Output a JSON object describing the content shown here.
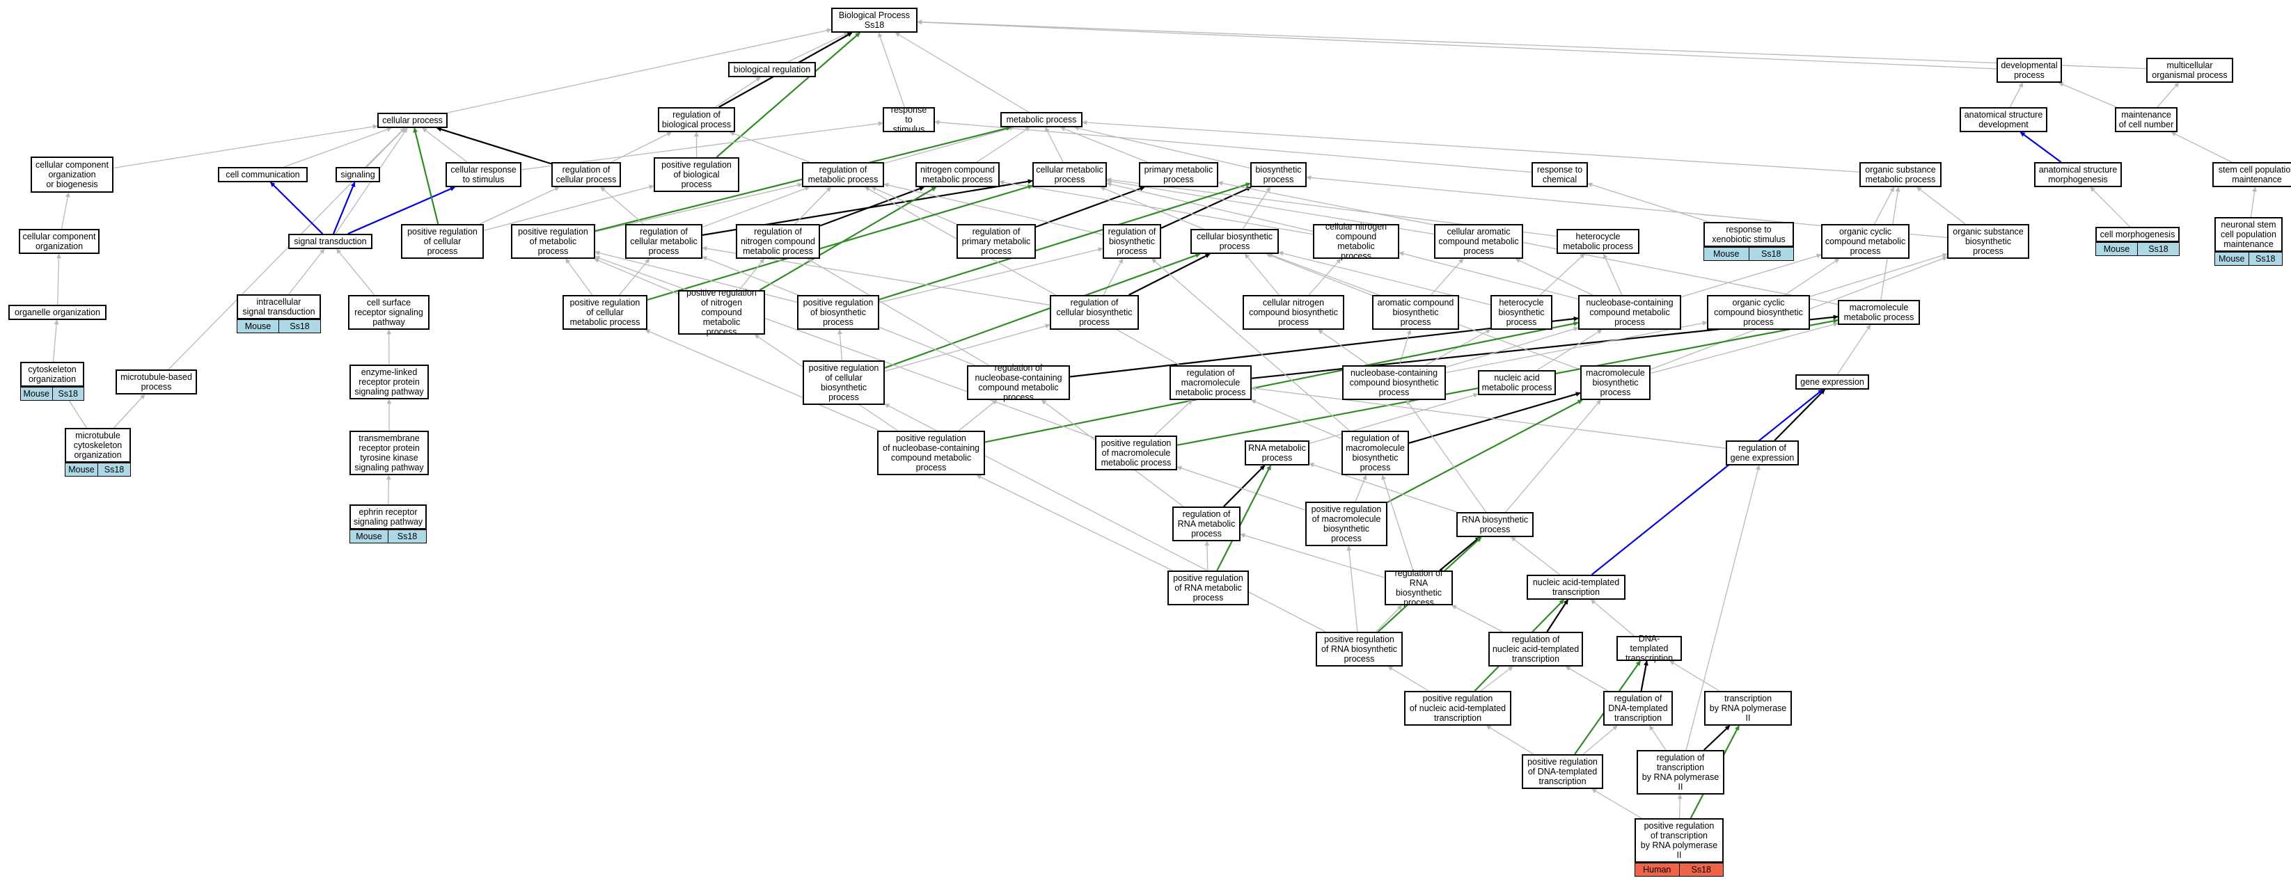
{
  "colors": {
    "gray": "#b8b8b8",
    "black": "#000000",
    "green": "#2e8b22",
    "blue": "#0000dd",
    "mouse": "#add8e6",
    "human": "#ef6347"
  },
  "nodes": [
    {
      "id": "bp",
      "label": "Biological Process\nSs18"
    },
    {
      "id": "breg",
      "label": "biological regulation"
    },
    {
      "id": "cp",
      "label": "cellular process"
    },
    {
      "id": "rbp",
      "label": "regulation of\nbiological process"
    },
    {
      "id": "rts",
      "label": "response to\nstimulus"
    },
    {
      "id": "mp",
      "label": "metabolic process"
    },
    {
      "id": "dev",
      "label": "developmental\nprocess"
    },
    {
      "id": "mop",
      "label": "multicellular\norganismal process"
    },
    {
      "id": "asd",
      "label": "anatomical structure\ndevelopment"
    },
    {
      "id": "mcn",
      "label": "maintenance\nof cell number"
    },
    {
      "id": "ccob",
      "label": "cellular component\norganization\nor biogenesis"
    },
    {
      "id": "cc",
      "label": "cell communication"
    },
    {
      "id": "sig",
      "label": "signaling"
    },
    {
      "id": "crs",
      "label": "cellular response\nto stimulus"
    },
    {
      "id": "rcp",
      "label": "regulation of\ncellular process"
    },
    {
      "id": "prbp",
      "label": "positive regulation\nof biological\nprocess"
    },
    {
      "id": "rmp",
      "label": "regulation of\nmetabolic process"
    },
    {
      "id": "ncmp",
      "label": "nitrogen compound\nmetabolic process"
    },
    {
      "id": "cmp",
      "label": "cellular metabolic\nprocess"
    },
    {
      "id": "pmp",
      "label": "primary metabolic\nprocess"
    },
    {
      "id": "bsp",
      "label": "biosynthetic\nprocess"
    },
    {
      "id": "rtc",
      "label": "response to\nchemical"
    },
    {
      "id": "osmp",
      "label": "organic substance\nmetabolic process"
    },
    {
      "id": "asm",
      "label": "anatomical structure\nmorphogenesis"
    },
    {
      "id": "scpm",
      "label": "stem cell population\nmaintenance"
    },
    {
      "id": "cco",
      "label": "cellular component\norganization"
    },
    {
      "id": "st",
      "label": "signal transduction"
    },
    {
      "id": "prcp",
      "label": "positive regulation\nof cellular\nprocess"
    },
    {
      "id": "prmp",
      "label": "positive regulation\nof metabolic\nprocess"
    },
    {
      "id": "rcmp",
      "label": "regulation of\ncellular metabolic\nprocess"
    },
    {
      "id": "rncmp",
      "label": "regulation of\nnitrogen compound\nmetabolic process"
    },
    {
      "id": "rpmp",
      "label": "regulation of\nprimary metabolic\nprocess"
    },
    {
      "id": "rbsp",
      "label": "regulation of\nbiosynthetic\nprocess"
    },
    {
      "id": "cbp",
      "label": "cellular biosynthetic\nprocess"
    },
    {
      "id": "cncmp",
      "label": "cellular nitrogen\ncompound metabolic\nprocess"
    },
    {
      "id": "camp",
      "label": "cellular aromatic\ncompound metabolic\nprocess"
    },
    {
      "id": "hmp",
      "label": "heterocycle\nmetabolic process"
    },
    {
      "id": "rxs",
      "label": "response to\nxenobiotic stimulus"
    },
    {
      "id": "occmp",
      "label": "organic cyclic\ncompound metabolic\nprocess"
    },
    {
      "id": "osbp",
      "label": "organic substance\nbiosynthetic\nprocess"
    },
    {
      "id": "cm",
      "label": "cell morphogenesis"
    },
    {
      "id": "nscpm",
      "label": "neuronal stem\ncell population\nmaintenance"
    },
    {
      "id": "oo",
      "label": "organelle organization"
    },
    {
      "id": "ist",
      "label": "intracellular\nsignal transduction"
    },
    {
      "id": "csrsp",
      "label": "cell surface\nreceptor signaling\npathway"
    },
    {
      "id": "prcmp",
      "label": "positive regulation\nof cellular\nmetabolic process"
    },
    {
      "id": "prncmp",
      "label": "positive regulation\nof nitrogen\ncompound metabolic\nprocess"
    },
    {
      "id": "prbsp",
      "label": "positive regulation\nof biosynthetic\nprocess"
    },
    {
      "id": "rcbp",
      "label": "regulation of\ncellular biosynthetic\nprocess"
    },
    {
      "id": "cncbp",
      "label": "cellular nitrogen\ncompound biosynthetic\nprocess"
    },
    {
      "id": "acbp",
      "label": "aromatic compound\nbiosynthetic\nprocess"
    },
    {
      "id": "hbp",
      "label": "heterocycle\nbiosynthetic\nprocess"
    },
    {
      "id": "nccmp",
      "label": "nucleobase-containing\ncompound metabolic\nprocess"
    },
    {
      "id": "occbp",
      "label": "organic cyclic\ncompound biosynthetic\nprocess"
    },
    {
      "id": "mmp",
      "label": "macromolecule\nmetabolic process"
    },
    {
      "id": "co",
      "label": "cytoskeleton\norganization"
    },
    {
      "id": "mbp",
      "label": "microtubule-based\nprocess"
    },
    {
      "id": "elrpsp",
      "label": "enzyme-linked\nreceptor protein\nsignaling pathway"
    },
    {
      "id": "prcbp",
      "label": "positive regulation\nof cellular\nbiosynthetic\nprocess"
    },
    {
      "id": "rnccmp",
      "label": "regulation of\nnucleobase-containing\ncompound metabolic\nprocess"
    },
    {
      "id": "rmmp",
      "label": "regulation of\nmacromolecule\nmetabolic process"
    },
    {
      "id": "nccbp",
      "label": "nucleobase-containing\ncompound biosynthetic\nprocess"
    },
    {
      "id": "namp",
      "label": "nucleic acid\nmetabolic process"
    },
    {
      "id": "mbsp",
      "label": "macromolecule\nbiosynthetic\nprocess"
    },
    {
      "id": "ge",
      "label": "gene expression"
    },
    {
      "id": "mco",
      "label": "microtubule\ncytoskeleton\norganization"
    },
    {
      "id": "trtksp",
      "label": "transmembrane\nreceptor protein\ntyrosine kinase\nsignaling pathway"
    },
    {
      "id": "prnccmp",
      "label": "positive regulation\nof nucleobase-containing\ncompound metabolic\nprocess"
    },
    {
      "id": "prmmp",
      "label": "positive regulation\nof macromolecule\nmetabolic process"
    },
    {
      "id": "rnamp",
      "label": "RNA metabolic\nprocess"
    },
    {
      "id": "rmbsp",
      "label": "regulation of\nmacromolecule\nbiosynthetic\nprocess"
    },
    {
      "id": "rge",
      "label": "regulation of\ngene expression"
    },
    {
      "id": "ersp",
      "label": "ephrin receptor\nsignaling pathway"
    },
    {
      "id": "rrmp",
      "label": "regulation of\nRNA metabolic\nprocess"
    },
    {
      "id": "prmbsp",
      "label": "positive regulation\nof macromolecule\nbiosynthetic\nprocess"
    },
    {
      "id": "rbsp2",
      "label": "RNA biosynthetic\nprocess"
    },
    {
      "id": "prrmp",
      "label": "positive regulation\nof RNA metabolic\nprocess"
    },
    {
      "id": "rrbp",
      "label": "regulation of\nRNA biosynthetic\nprocess"
    },
    {
      "id": "natt",
      "label": "nucleic acid-templated\ntranscription"
    },
    {
      "id": "prrbp",
      "label": "positive regulation\nof RNA biosynthetic\nprocess"
    },
    {
      "id": "rnatt",
      "label": "regulation of\nnucleic acid-templated\ntranscription"
    },
    {
      "id": "dtt",
      "label": "DNA-templated\ntranscription"
    },
    {
      "id": "prnatt",
      "label": "positive regulation\nof nucleic acid-templated\ntranscription"
    },
    {
      "id": "rdtt",
      "label": "regulation of\nDNA-templated\ntranscription"
    },
    {
      "id": "trp",
      "label": "transcription\nby RNA polymerase\nII"
    },
    {
      "id": "prdtt",
      "label": "positive regulation\nof DNA-templated\ntranscription"
    },
    {
      "id": "rtrp",
      "label": "regulation of\ntranscription\nby RNA polymerase\nII"
    },
    {
      "id": "prtrp",
      "label": "positive regulation\nof transcription\nby RNA polymerase\nII"
    }
  ],
  "badges": [
    {
      "id": "b_rxs",
      "species": "Mouse",
      "gene": "Ss18"
    },
    {
      "id": "b_cm",
      "species": "Mouse",
      "gene": "Ss18"
    },
    {
      "id": "b_nscpm",
      "species": "Mouse",
      "gene": "Ss18"
    },
    {
      "id": "b_ist",
      "species": "Mouse",
      "gene": "Ss18"
    },
    {
      "id": "b_co",
      "species": "Mouse",
      "gene": "Ss18"
    },
    {
      "id": "b_mco",
      "species": "Mouse",
      "gene": "Ss18"
    },
    {
      "id": "b_ersp",
      "species": "Mouse",
      "gene": "Ss18"
    },
    {
      "id": "b_prtrp",
      "species": "Human",
      "gene": "Ss18"
    }
  ],
  "edges": [
    [
      "breg",
      "bp",
      "gray"
    ],
    [
      "cp",
      "bp",
      "gray"
    ],
    [
      "rbp",
      "bp",
      "black"
    ],
    [
      "rbp",
      "breg",
      "gray"
    ],
    [
      "rts",
      "bp",
      "gray"
    ],
    [
      "mp",
      "bp",
      "gray"
    ],
    [
      "dev",
      "bp",
      "gray"
    ],
    [
      "mop",
      "bp",
      "gray"
    ],
    [
      "prbp",
      "bp",
      "green"
    ],
    [
      "asd",
      "dev",
      "gray"
    ],
    [
      "mcn",
      "dev",
      "gray"
    ],
    [
      "mcn",
      "mop",
      "gray"
    ],
    [
      "scpm",
      "mcn",
      "gray"
    ],
    [
      "asm",
      "asd",
      "blue"
    ],
    [
      "cm",
      "asm",
      "gray"
    ],
    [
      "nscpm",
      "scpm",
      "gray"
    ],
    [
      "ccob",
      "cp",
      "gray"
    ],
    [
      "cc",
      "cp",
      "gray"
    ],
    [
      "sig",
      "cp",
      "gray"
    ],
    [
      "crs",
      "cp",
      "gray"
    ],
    [
      "crs",
      "rts",
      "gray"
    ],
    [
      "rcp",
      "cp",
      "black"
    ],
    [
      "rcp",
      "rbp",
      "gray"
    ],
    [
      "prbp",
      "rbp",
      "gray"
    ],
    [
      "rmp",
      "mp",
      "gray"
    ],
    [
      "rmp",
      "rbp",
      "gray"
    ],
    [
      "ncmp",
      "mp",
      "gray"
    ],
    [
      "cmp",
      "mp",
      "gray"
    ],
    [
      "pmp",
      "mp",
      "gray"
    ],
    [
      "bsp",
      "mp",
      "gray"
    ],
    [
      "rtc",
      "rts",
      "gray"
    ],
    [
      "osmp",
      "mp",
      "gray"
    ],
    [
      "cco",
      "ccob",
      "gray"
    ],
    [
      "oo",
      "cco",
      "gray"
    ],
    [
      "co",
      "oo",
      "gray"
    ],
    [
      "mco",
      "co",
      "gray"
    ],
    [
      "mco",
      "mbp",
      "gray"
    ],
    [
      "mbp",
      "cp",
      "gray"
    ],
    [
      "st",
      "cc",
      "blue"
    ],
    [
      "st",
      "sig",
      "blue"
    ],
    [
      "st",
      "crs",
      "blue"
    ],
    [
      "st",
      "cp",
      "gray"
    ],
    [
      "prcp",
      "cp",
      "green"
    ],
    [
      "prcp",
      "rcp",
      "gray"
    ],
    [
      "prcp",
      "prbp",
      "gray"
    ],
    [
      "prmp",
      "rmp",
      "gray"
    ],
    [
      "prmp",
      "mp",
      "green"
    ],
    [
      "rcmp",
      "rmp",
      "gray"
    ],
    [
      "rcmp",
      "cmp",
      "black"
    ],
    [
      "rcmp",
      "rcp",
      "gray"
    ],
    [
      "rncmp",
      "rmp",
      "gray"
    ],
    [
      "rncmp",
      "ncmp",
      "black"
    ],
    [
      "rpmp",
      "rmp",
      "gray"
    ],
    [
      "rpmp",
      "pmp",
      "black"
    ],
    [
      "rbsp",
      "rmp",
      "gray"
    ],
    [
      "rbsp",
      "bsp",
      "black"
    ],
    [
      "cbp",
      "bsp",
      "gray"
    ],
    [
      "cbp",
      "cmp",
      "gray"
    ],
    [
      "cncmp",
      "cmp",
      "gray"
    ],
    [
      "cncmp",
      "ncmp",
      "gray"
    ],
    [
      "camp",
      "cmp",
      "gray"
    ],
    [
      "hmp",
      "cmp",
      "gray"
    ],
    [
      "rxs",
      "rtc",
      "gray"
    ],
    [
      "occmp",
      "osmp",
      "gray"
    ],
    [
      "osbp",
      "bsp",
      "gray"
    ],
    [
      "osbp",
      "osmp",
      "gray"
    ],
    [
      "ist",
      "st",
      "gray"
    ],
    [
      "csrsp",
      "st",
      "gray"
    ],
    [
      "elrpsp",
      "csrsp",
      "gray"
    ],
    [
      "trtksp",
      "elrpsp",
      "gray"
    ],
    [
      "ersp",
      "trtksp",
      "gray"
    ],
    [
      "prcmp",
      "prmp",
      "gray"
    ],
    [
      "prcmp",
      "rcmp",
      "gray"
    ],
    [
      "prcmp",
      "cmp",
      "green"
    ],
    [
      "prncmp",
      "prmp",
      "gray"
    ],
    [
      "prncmp",
      "rncmp",
      "gray"
    ],
    [
      "prncmp",
      "ncmp",
      "green"
    ],
    [
      "prbsp",
      "prmp",
      "gray"
    ],
    [
      "prbsp",
      "rbsp",
      "gray"
    ],
    [
      "prbsp",
      "bsp",
      "green"
    ],
    [
      "rcbp",
      "rbsp",
      "gray"
    ],
    [
      "rcbp",
      "rcmp",
      "gray"
    ],
    [
      "rcbp",
      "cbp",
      "black"
    ],
    [
      "cncbp",
      "cbp",
      "gray"
    ],
    [
      "cncbp",
      "cncmp",
      "gray"
    ],
    [
      "acbp",
      "cbp",
      "gray"
    ],
    [
      "acbp",
      "camp",
      "gray"
    ],
    [
      "hbp",
      "cbp",
      "gray"
    ],
    [
      "hbp",
      "hmp",
      "gray"
    ],
    [
      "nccmp",
      "cncmp",
      "gray"
    ],
    [
      "nccmp",
      "camp",
      "gray"
    ],
    [
      "nccmp",
      "hmp",
      "gray"
    ],
    [
      "nccmp",
      "occmp",
      "gray"
    ],
    [
      "occbp",
      "occmp",
      "gray"
    ],
    [
      "occbp",
      "osbp",
      "gray"
    ],
    [
      "mmp",
      "osmp",
      "gray"
    ],
    [
      "mmp",
      "pmp",
      "gray"
    ],
    [
      "prcbp",
      "prbsp",
      "gray"
    ],
    [
      "prcbp",
      "rcbp",
      "gray"
    ],
    [
      "prcbp",
      "cbp",
      "green"
    ],
    [
      "rnccmp",
      "rncmp",
      "gray"
    ],
    [
      "rnccmp",
      "rcmp",
      "gray"
    ],
    [
      "rnccmp",
      "nccmp",
      "black"
    ],
    [
      "rmmp",
      "rmp",
      "gray"
    ],
    [
      "rmmp",
      "mmp",
      "black"
    ],
    [
      "nccbp",
      "nccmp",
      "gray"
    ],
    [
      "nccbp",
      "cncbp",
      "gray"
    ],
    [
      "nccbp",
      "acbp",
      "gray"
    ],
    [
      "nccbp",
      "hbp",
      "gray"
    ],
    [
      "nccbp",
      "occbp",
      "gray"
    ],
    [
      "namp",
      "nccmp",
      "gray"
    ],
    [
      "mbsp",
      "mmp",
      "gray"
    ],
    [
      "mbsp",
      "osbp",
      "gray"
    ],
    [
      "mbsp",
      "cbp",
      "gray"
    ],
    [
      "ge",
      "mmp",
      "gray"
    ],
    [
      "prnccmp",
      "rnccmp",
      "gray"
    ],
    [
      "prnccmp",
      "prcmp",
      "gray"
    ],
    [
      "prnccmp",
      "prncmp",
      "gray"
    ],
    [
      "prnccmp",
      "nccmp",
      "green"
    ],
    [
      "prmmp",
      "rmmp",
      "gray"
    ],
    [
      "prmmp",
      "prmp",
      "gray"
    ],
    [
      "prmmp",
      "mmp",
      "green"
    ],
    [
      "rnamp",
      "namp",
      "gray"
    ],
    [
      "rmbsp",
      "rmmp",
      "gray"
    ],
    [
      "rmbsp",
      "rbsp",
      "gray"
    ],
    [
      "rmbsp",
      "mbsp",
      "black"
    ],
    [
      "rge",
      "rmmp",
      "gray"
    ],
    [
      "rge",
      "ge",
      "black"
    ],
    [
      "rrmp",
      "rnccmp",
      "gray"
    ],
    [
      "rrmp",
      "rnamp",
      "black"
    ],
    [
      "prmbsp",
      "rmbsp",
      "gray"
    ],
    [
      "prmbsp",
      "prmmp",
      "gray"
    ],
    [
      "prmbsp",
      "mbsp",
      "green"
    ],
    [
      "rbsp2",
      "rnamp",
      "gray"
    ],
    [
      "rbsp2",
      "nccbp",
      "gray"
    ],
    [
      "rbsp2",
      "mbsp",
      "gray"
    ],
    [
      "prrmp",
      "rrmp",
      "gray"
    ],
    [
      "prrmp",
      "prnccmp",
      "gray"
    ],
    [
      "prrmp",
      "rnamp",
      "green"
    ],
    [
      "rrbp",
      "rrmp",
      "gray"
    ],
    [
      "rrbp",
      "rmbsp",
      "gray"
    ],
    [
      "rrbp",
      "rbsp2",
      "black"
    ],
    [
      "natt",
      "rbsp2",
      "gray"
    ],
    [
      "natt",
      "ge",
      "blue"
    ],
    [
      "prrbp",
      "rrbp",
      "gray"
    ],
    [
      "prrbp",
      "prmbsp",
      "gray"
    ],
    [
      "prrbp",
      "prcbp",
      "gray"
    ],
    [
      "prrbp",
      "rbsp2",
      "green"
    ],
    [
      "rnatt",
      "rrbp",
      "gray"
    ],
    [
      "rnatt",
      "natt",
      "black"
    ],
    [
      "dtt",
      "natt",
      "gray"
    ],
    [
      "prnatt",
      "rnatt",
      "gray"
    ],
    [
      "prnatt",
      "prrbp",
      "gray"
    ],
    [
      "prnatt",
      "natt",
      "green"
    ],
    [
      "rdtt",
      "rnatt",
      "gray"
    ],
    [
      "rdtt",
      "dtt",
      "black"
    ],
    [
      "trp",
      "dtt",
      "gray"
    ],
    [
      "prdtt",
      "rdtt",
      "gray"
    ],
    [
      "prdtt",
      "prnatt",
      "gray"
    ],
    [
      "prdtt",
      "dtt",
      "green"
    ],
    [
      "rtrp",
      "rdtt",
      "gray"
    ],
    [
      "rtrp",
      "trp",
      "black"
    ],
    [
      "prtrp",
      "rtrp",
      "gray"
    ],
    [
      "prtrp",
      "prdtt",
      "gray"
    ],
    [
      "prtrp",
      "trp",
      "green"
    ],
    [
      "rtrp",
      "rge",
      "gray"
    ]
  ]
}
